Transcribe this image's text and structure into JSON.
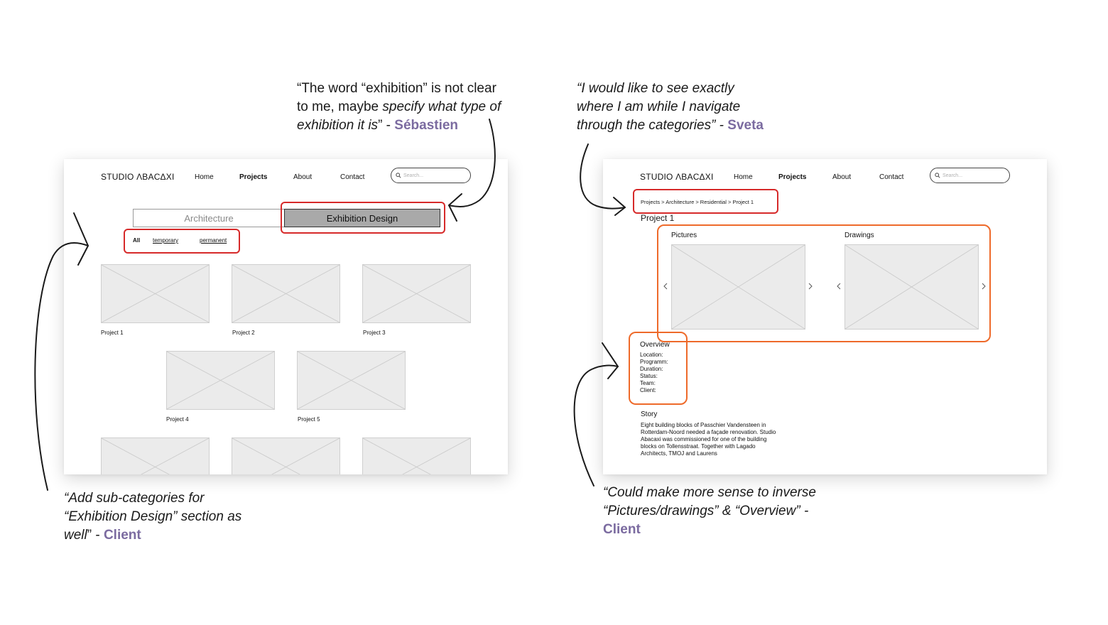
{
  "nav": {
    "logo": "STUDIO ΛBACΔXI",
    "home": "Home",
    "projects": "Projects",
    "about": "About",
    "contact": "Contact",
    "search_placeholder": "Search..."
  },
  "frame_a": {
    "tabs": [
      "Architecture",
      "Exhibition Design"
    ],
    "subcategories": [
      "All",
      "temporary",
      "permanent"
    ],
    "projects": [
      "Project 1",
      "Project 2",
      "Project 3",
      "Project 4",
      "Project 5"
    ]
  },
  "frame_b": {
    "breadcrumb": "Projects > Architecture > Residential > Project 1",
    "project_title": "Project 1",
    "pictures_label": "Pictures",
    "drawings_label": "Drawings",
    "overview_title": "Overview",
    "overview_fields": [
      "Location:",
      "Programm:",
      "Duration:",
      "Status:",
      "Team:",
      "Client:"
    ],
    "story_title": "Story",
    "story_lines": [
      "Eight building blocks of Passchier Vandensteen in",
      "Rotterdam-Noord needed a façade renovation. Studio",
      "Abacaxi was commissioned for one of the building",
      "blocks on Tollensstraat. Together with Lagado",
      "Architects, TMOJ and Laurens"
    ]
  },
  "notes": {
    "sebastien": {
      "line1": "“The word “exhibition” is not clear",
      "line2_plain": "to me, maybe ",
      "line2_em": "specify what type of",
      "line3_em": "exhibition it is",
      "line3_plain": "” - ",
      "author": "Sébastien"
    },
    "sveta": {
      "line1": "“I would like to see exactly",
      "line2": "where I am while I navigate",
      "line3": "through the categories” - ",
      "author": "Sveta"
    },
    "client_a": {
      "line1": "“Add sub-categories for",
      "line2": "“Exhibition Design” section as",
      "line3_em": "well",
      "line3_plain": "” - ",
      "author": "Client"
    },
    "client_b": {
      "line1": "“Could make more sense to inverse",
      "line2": "“Pictures/drawings” & “Overview” -",
      "author": "Client"
    }
  },
  "colors": {
    "highlight_red": "#d62a2a",
    "highlight_orange": "#ee6a2a",
    "author_purple": "#7b6ba0",
    "placeholder_fill": "#ebebeb"
  }
}
